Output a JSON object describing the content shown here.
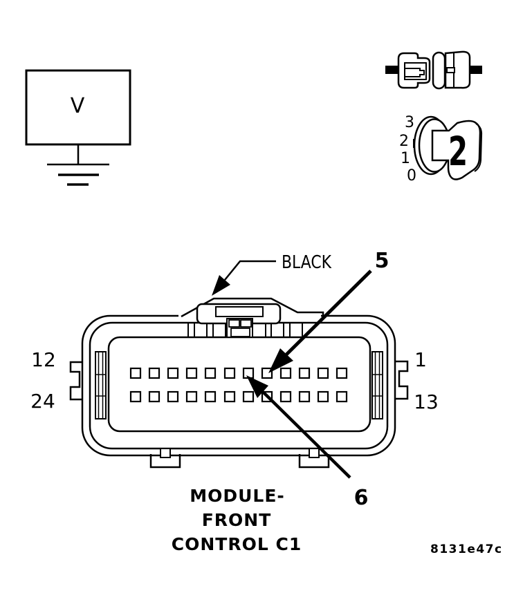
{
  "figure_code": "8131e47c",
  "colors": {
    "line": "#000000",
    "background": "#ffffff"
  },
  "meter": {
    "symbol": "V",
    "icon": "voltmeter-box-with-ground"
  },
  "scale_icon": {
    "ticks": [
      "3",
      "2",
      "1",
      "0"
    ],
    "value": "2"
  },
  "icons": {
    "probe": "inline-connector-icon",
    "ground": "ground-icon",
    "scale": "meter-scale-icon"
  },
  "connector": {
    "color_label": "BLACK",
    "rows": 2,
    "pins_per_row": 12,
    "total_pins": 24,
    "pin_numbers": {
      "top_left": "12",
      "top_right": "1",
      "bottom_left": "24",
      "bottom_right": "13"
    },
    "callouts": {
      "pin5": "5",
      "pin6": "6"
    },
    "caption": {
      "line1": "MODULE-",
      "line2": "FRONT",
      "line3": "CONTROL C1"
    }
  }
}
